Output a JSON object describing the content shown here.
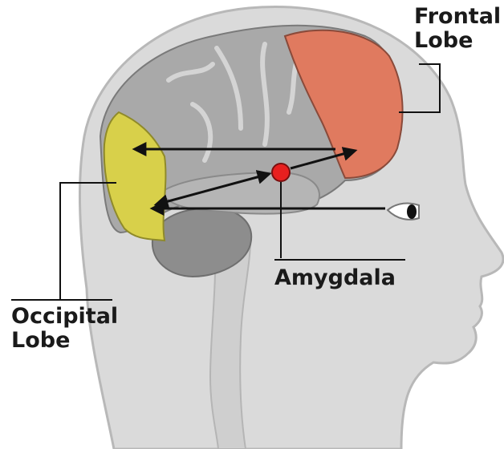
{
  "labels": {
    "frontal_lobe": {
      "line1": "Frontal",
      "line2": "Lobe"
    },
    "amygdala": "Amygdala",
    "occipital_lobe": {
      "line1": "Occipital",
      "line2": "Lobe"
    }
  },
  "colors": {
    "head": "#d9d9d9",
    "head_outline": "#bdbdbd",
    "brain": "#a7a7a7",
    "cerebellum": "#8c8c8c",
    "frontal_lobe": "#e07a5f",
    "occipital_lobe": "#d8d04a",
    "amygdala": "#e8201f",
    "arrows": "#111111"
  }
}
